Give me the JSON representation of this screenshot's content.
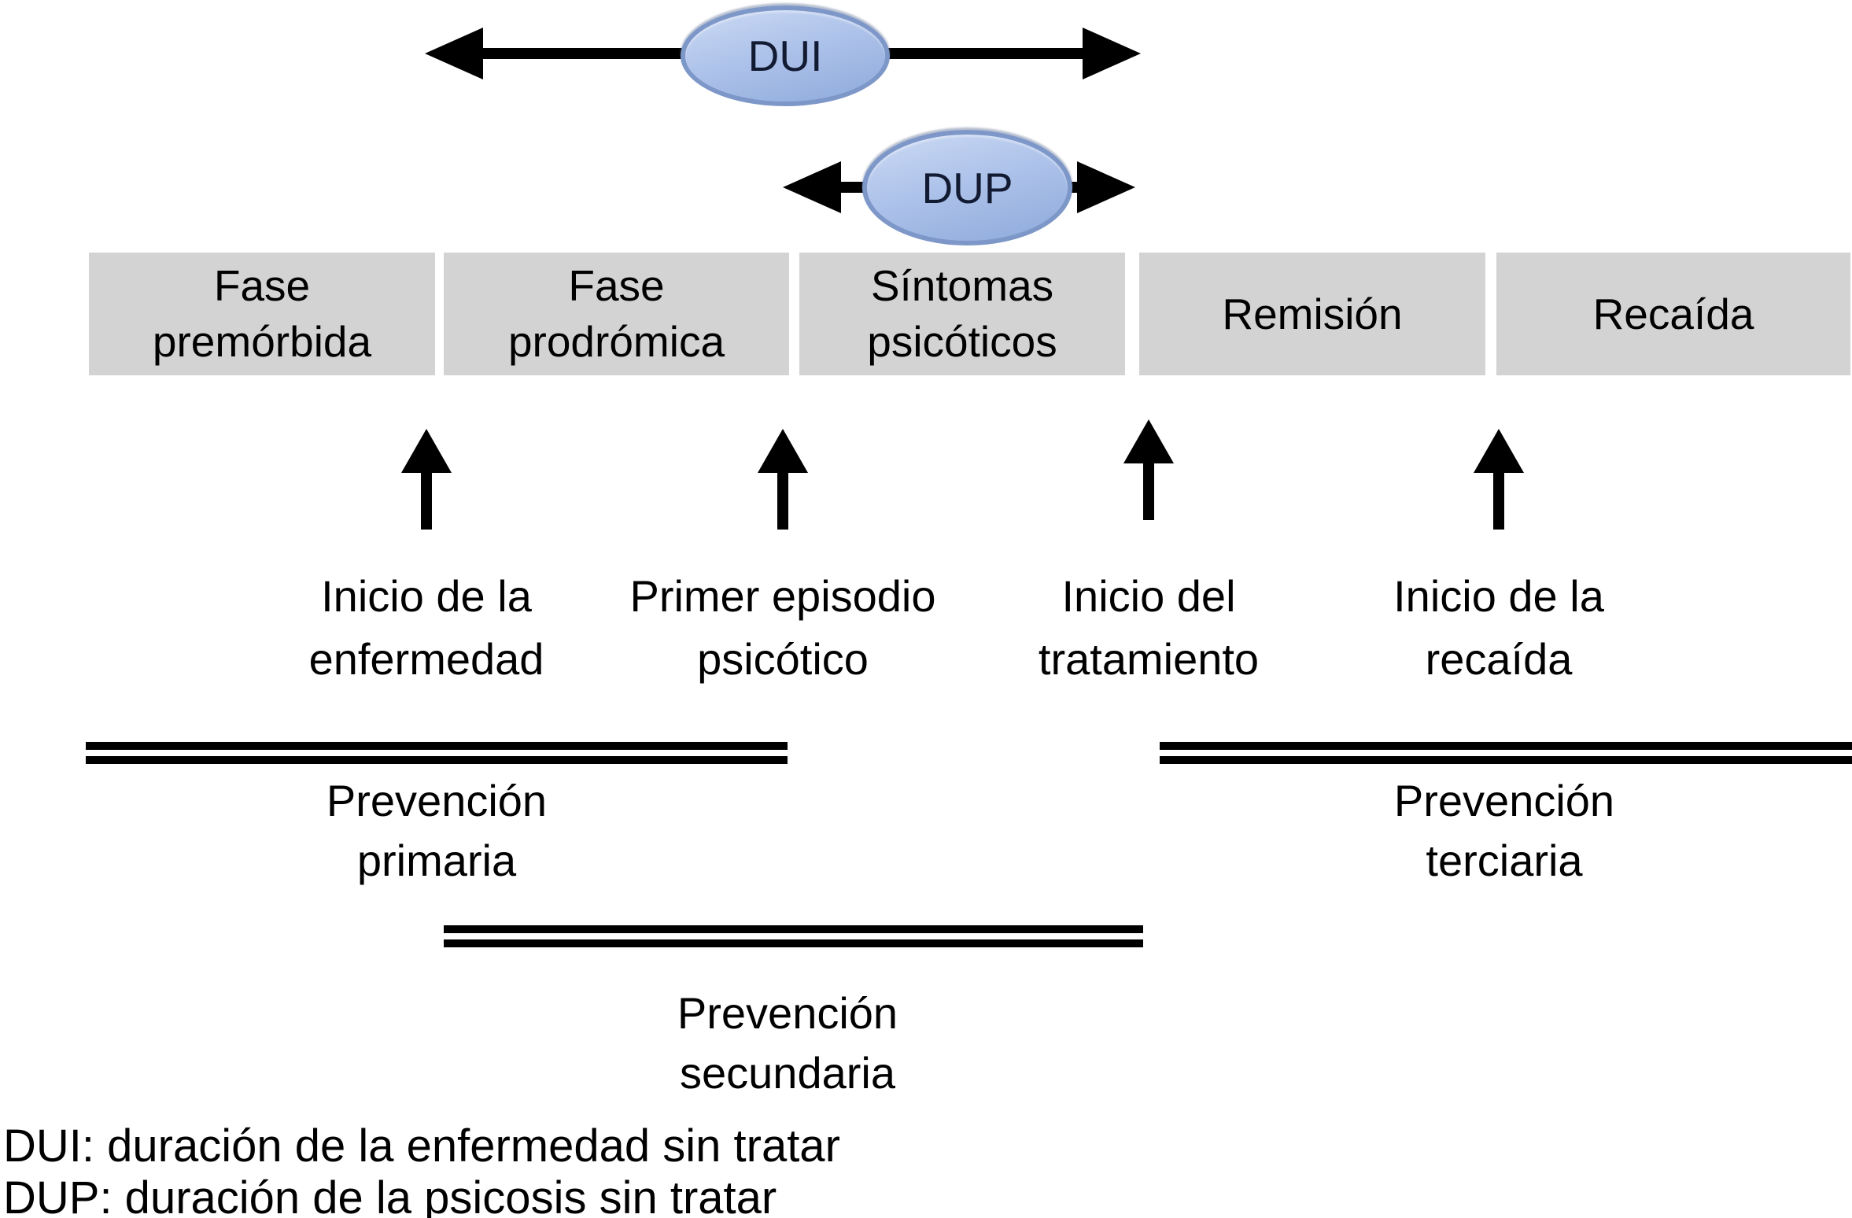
{
  "colors": {
    "background": "#ffffff",
    "text-color": "#000000",
    "line-color": "#000000",
    "phase-box-fill": "#d3d3d3",
    "ellipse-fill-top": "#ccdaf4",
    "ellipse-fill-bottom": "#8ea9db",
    "ellipse-border": "#7d97c8",
    "ellipse-text": "#131b33"
  },
  "duration_markers": [
    {
      "abbr": "DUI"
    },
    {
      "abbr": "DUP"
    }
  ],
  "phases": [
    {
      "label": "Fase\npremórbida"
    },
    {
      "label": "Fase\nprodrómica"
    },
    {
      "label": "Síntomas\npsicóticos"
    },
    {
      "label": "Remisión"
    },
    {
      "label": "Recaída"
    }
  ],
  "milestones": [
    {
      "label": "Inicio de la\nenfermedad"
    },
    {
      "label": "Primer episodio\npsicótico"
    },
    {
      "label": "Inicio del\ntratamiento"
    },
    {
      "label": "Inicio de la\nrecaída"
    }
  ],
  "preventions": [
    {
      "label": "Prevención\nprimaria"
    },
    {
      "label": "Prevención\nsecundaria"
    },
    {
      "label": "Prevención\nterciaria"
    }
  ],
  "legend_lines": [
    "DUI: duración de la enfermedad sin tratar",
    "DUP: duración de la psicosis sin tratar"
  ]
}
